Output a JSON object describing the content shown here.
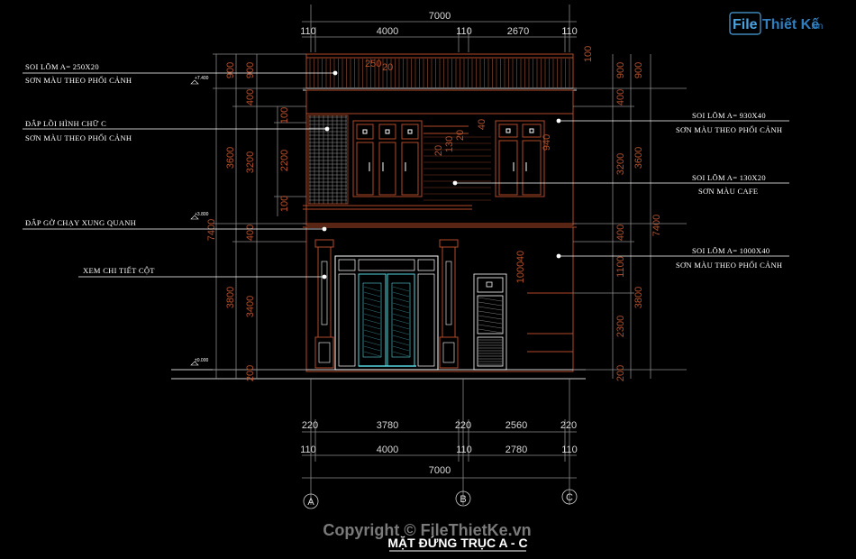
{
  "drawing": {
    "title": "MẶT ĐỨNG TRỤC A - C",
    "copyright": "Copyright © FileThietKe.vn",
    "logo": {
      "part1": "File",
      "part2": "Thiết Kế",
      "part3": ".vn"
    },
    "top_dims": {
      "overall": "7000",
      "segments": [
        "110",
        "4000",
        "110",
        "2670",
        "110"
      ]
    },
    "bottom_dims": {
      "row1": [
        "220",
        "3780",
        "220",
        "2560",
        "220"
      ],
      "row2": [
        "110",
        "4000",
        "110",
        "2780",
        "110"
      ],
      "overall": "7000"
    },
    "axes": [
      "A",
      "B",
      "C"
    ],
    "left_dims": {
      "outer": [
        "7400"
      ],
      "mid": [
        "3600",
        "3800"
      ],
      "inner": [
        "900",
        "400",
        "100",
        "2200",
        "100",
        "3200",
        "400",
        "3400",
        "200"
      ],
      "small": [
        "900"
      ]
    },
    "right_dims": {
      "outer": [
        "7400"
      ],
      "mid": [
        "3600",
        "3800"
      ],
      "inner": [
        "900",
        "400",
        "3200",
        "400",
        "1100",
        "2300",
        "200"
      ],
      "small": [
        "900",
        "100"
      ]
    },
    "inline_dims": [
      "250",
      "20",
      "40",
      "20",
      "130",
      "20",
      "940",
      "1000",
      "40"
    ],
    "elevations": [
      "+7.400",
      "+3.800",
      "±0.000"
    ],
    "notes_left": [
      {
        "line1": "SOI LÕM A= 250X20",
        "line2": "SƠN MÀU THEO PHỐI CẢNH"
      },
      {
        "line1": "ĐẮP LỒI HÌNH CHỮ C",
        "line2": "SƠN MÀU THEO PHỐI CẢNH"
      },
      {
        "line1": "ĐẮP GỜ CHẠY XUNG QUANH",
        "line2": ""
      },
      {
        "line1": "XEM CHI TIẾT CỘT",
        "line2": ""
      }
    ],
    "notes_right": [
      {
        "line1": "SOI LÕM A= 930X40",
        "line2": "SƠN MÀU THEO PHỐI CẢNH"
      },
      {
        "line1": "SOI LÕM A= 130X20",
        "line2": "SƠN MÀU CAFE"
      },
      {
        "line1": "SOI LÕM A= 1000X40",
        "line2": "SƠN MÀU THEO PHỐI CẢNH"
      }
    ],
    "colors": {
      "background": "#000000",
      "wall_line": "#b04a2a",
      "dim_line": "#8a8a8a",
      "leader": "#ffffff",
      "door_glass": "#55d6e0",
      "hatch": "#9a9a9a"
    }
  }
}
